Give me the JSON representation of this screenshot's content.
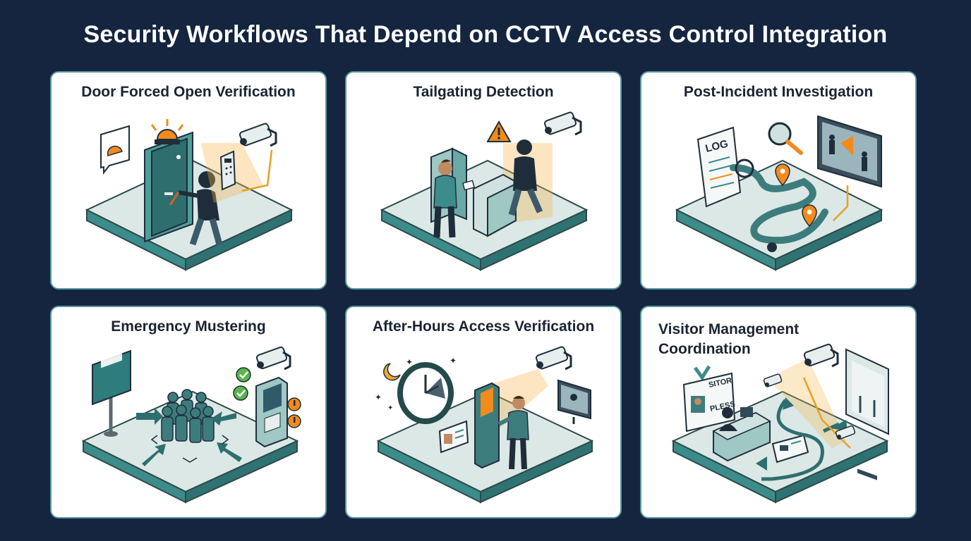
{
  "title": "Security Workflows That Depend on CCTV Access Control Integration",
  "colors": {
    "background": "#15253f",
    "teal": "#3d8c8c",
    "platform": "#dbe8e6",
    "orange": "#f28a1c",
    "amber": "#f0a830",
    "dark": "#1f2d3a"
  },
  "cards": [
    {
      "title": "Door Forced Open Verification"
    },
    {
      "title": "Tailgating Detection"
    },
    {
      "title": "Post-Incident Investigation",
      "log_label": "LOG"
    },
    {
      "title": "Emergency Mustering"
    },
    {
      "title": "After-Hours Access Verification"
    },
    {
      "title_line1": "Visitor Management",
      "title_line2": "Coordination",
      "badge_line1": "SITOR",
      "badge_line2": "PLESS"
    }
  ]
}
